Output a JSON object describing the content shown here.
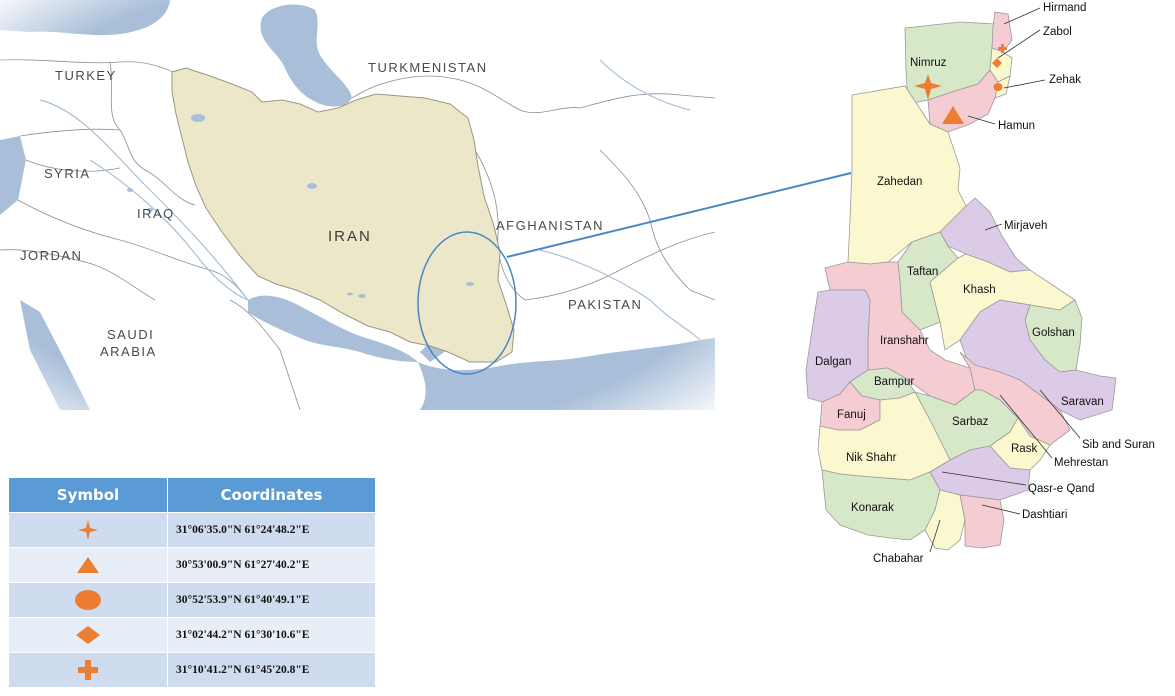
{
  "colors": {
    "sea": "#a9bfd9",
    "land": "#ffffff",
    "iran": "#ece7c9",
    "border": "#8a8f96",
    "callout": "#4a86c6",
    "symbol": "#ed7d31",
    "table_header": "#5b9bd5",
    "county_green": "#d7e8c8",
    "county_pink": "#f6ccd3",
    "county_purple": "#dccbe6",
    "county_yellow": "#fbf8cf"
  },
  "overview_map": {
    "countries": [
      "TURKEY",
      "TURKMENISTAN",
      "SYRIA",
      "IRAQ",
      "IRAN",
      "AFGHANISTAN",
      "JORDAN",
      "PAKISTAN",
      "SAUDI",
      "ARABIA"
    ]
  },
  "province_map": {
    "counties": [
      "Nimruz",
      "Zahedan",
      "Taftan",
      "Khash",
      "Golshan",
      "Iranshahr",
      "Dalgan",
      "Bampur",
      "Saravan",
      "Fanuj",
      "Sarbaz",
      "Rask",
      "Nik Shahr",
      "Konarak",
      "Chabahar"
    ],
    "callouts": [
      "Hirmand",
      "Zabol",
      "Zehak",
      "Hamun",
      "Mirjaveh",
      "Sib and Suran",
      "Mehrestan",
      "Qasr-e Qand",
      "Dashtiari"
    ]
  },
  "legend": {
    "headers": [
      "Symbol",
      "Coordinates"
    ],
    "rows": [
      {
        "symbol": "star-icon",
        "coordinates": "31°06'35.0\"N 61°24'48.2\"E"
      },
      {
        "symbol": "triangle-icon",
        "coordinates": "30°53'00.9\"N 61°27'40.2\"E"
      },
      {
        "symbol": "ellipse-icon",
        "coordinates": "30°52'53.9\"N 61°40'49.1\"E"
      },
      {
        "symbol": "diamond-icon",
        "coordinates": "31°02'44.2\"N 61°30'10.6\"E"
      },
      {
        "symbol": "cross-icon",
        "coordinates": "31°10'41.2\"N 61°45'20.8\"E"
      }
    ]
  }
}
